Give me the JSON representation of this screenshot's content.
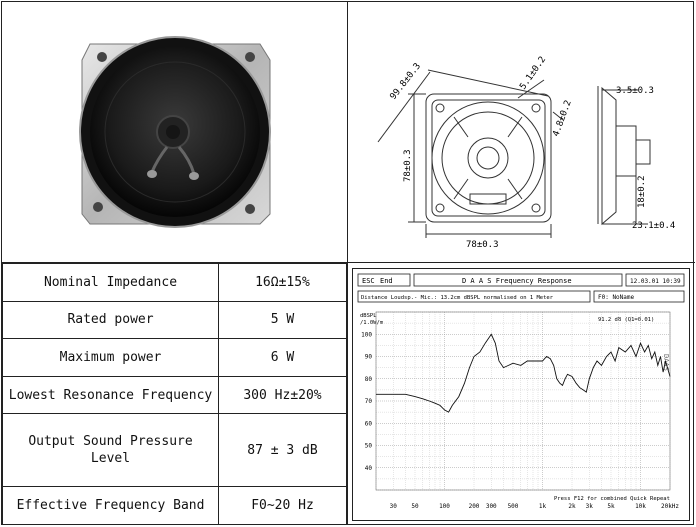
{
  "drawing": {
    "dim_diagonal": "99.8±0.3",
    "dim_height": "78±0.3",
    "dim_width": "78±0.3",
    "dim_slot": "5.1±0.2",
    "dim_hole": "4.8±0.2",
    "dim_rim": "3.5±0.3",
    "dim_magnet": "18±0.2",
    "dim_depth": "23.1±0.4"
  },
  "specs": [
    {
      "label": "Nominal Impedance",
      "value": "16Ω±15%"
    },
    {
      "label": "Rated power",
      "value": "5 W"
    },
    {
      "label": "Maximum power",
      "value": "6 W"
    },
    {
      "label": "Lowest Resonance Frequency",
      "value": "300 Hz±20%"
    },
    {
      "label": "Output Sound Pressure Level",
      "value": "87 ± 3 dB"
    },
    {
      "label": "Effective Frequency Band",
      "value": "F0~20 Hz"
    }
  ],
  "graph": {
    "esc": "ESC",
    "end": "End",
    "title": "D A A S  Frequency Response",
    "date": "12.03.01 10:39",
    "info": "Distance Loudsp.- Mic.: 13.2cm dBSPL normalised on 1 Meter",
    "file": "F0: NoName",
    "ylabel1": "dBSPL",
    "ylabel2": "/1.0W/m",
    "readout": "91.2 dB (Q1=0.01)",
    "footer": "Press F12 for combined Quick Repeat",
    "side": "DAAS"
  },
  "chart_data": {
    "type": "line",
    "title": "D A A S  Frequency Response",
    "xlabel": "",
    "ylabel": "dBSPL /1.0W/m",
    "x_scale": "log",
    "xlim": [
      20,
      20000
    ],
    "ylim": [
      30,
      110
    ],
    "grid": true,
    "x_ticks": [
      30,
      50,
      100,
      200,
      300,
      500,
      1000,
      2000,
      5000,
      10000,
      20000
    ],
    "x_tick_labels": [
      "30",
      "50",
      "100",
      "200",
      "300",
      "500",
      "1k",
      "2k",
      "3k",
      "5k",
      "10k",
      "20kHz"
    ],
    "x_tick_values": [
      30,
      50,
      100,
      200,
      300,
      500,
      1000,
      2000,
      3000,
      5000,
      10000,
      20000
    ],
    "y_ticks": [
      40,
      50,
      60,
      70,
      80,
      90,
      100
    ],
    "series": [
      {
        "x": [
          20,
          30,
          40,
          50,
          60,
          70,
          80,
          90,
          100,
          110,
          120,
          140,
          160,
          180,
          200,
          230,
          260,
          290,
          300,
          330,
          360,
          400,
          450,
          500,
          600,
          700,
          800,
          900,
          1000,
          1100,
          1200,
          1300,
          1400,
          1500,
          1600,
          1700,
          1800,
          2000,
          2200,
          2400,
          2600,
          2800,
          3000,
          3300,
          3600,
          4000,
          4500,
          5000,
          5500,
          6000,
          7000,
          8000,
          9000,
          10000,
          11000,
          12000,
          13000,
          14000,
          15000,
          16000,
          17000,
          18000,
          20000
        ],
        "y": [
          73,
          73,
          73,
          72,
          71,
          70,
          69,
          68,
          66,
          65,
          68,
          72,
          78,
          85,
          90,
          92,
          96,
          99,
          100,
          96,
          88,
          85,
          86,
          87,
          86,
          88,
          88,
          88,
          88,
          90,
          89,
          86,
          80,
          78,
          77,
          80,
          82,
          81,
          78,
          76,
          75,
          74,
          80,
          85,
          88,
          86,
          90,
          92,
          88,
          94,
          92,
          95,
          90,
          96,
          92,
          95,
          89,
          92,
          86,
          90,
          83,
          88,
          81
        ]
      }
    ]
  }
}
